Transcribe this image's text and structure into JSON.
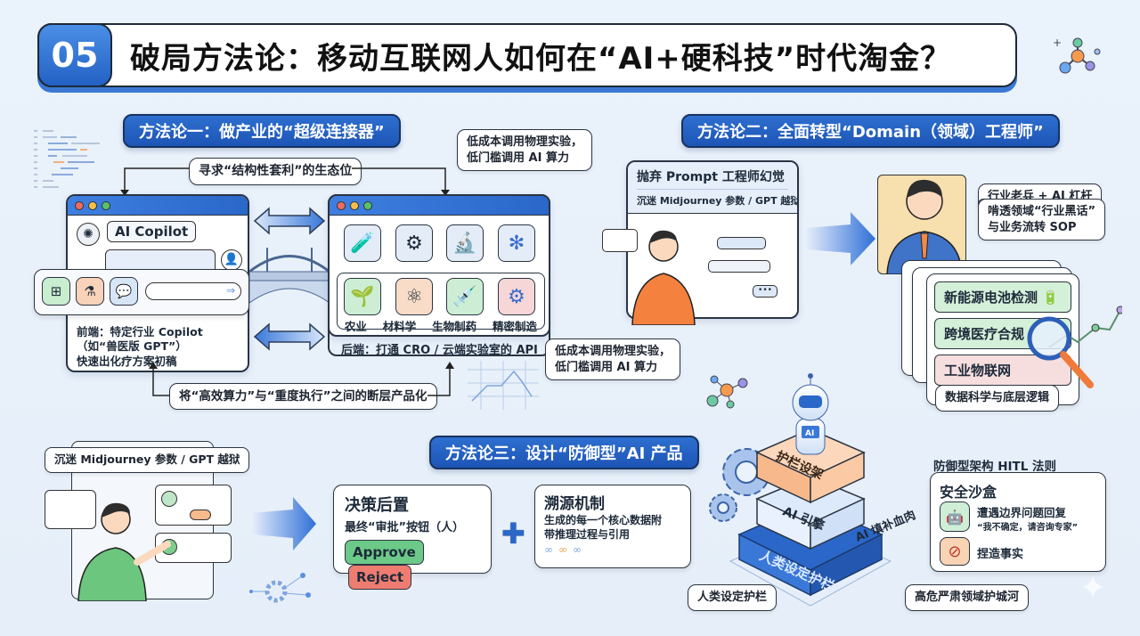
{
  "header": {
    "number": "05",
    "title": "破局方法论：移动互联网人如何在“AI+硬科技”时代淘金？"
  },
  "method1": {
    "pill": "方法论一：做产业的“超级连接器”",
    "ecosystem_label": "寻求“结构性套利”的生态位",
    "top_bubble": [
      "低成本调用物理实验，",
      "低门槛调用 AI 算力"
    ],
    "frontend": {
      "copilot_label": "AI Copilot",
      "caption": [
        "前端：特定行业 Copilot",
        "（如“兽医版 GPT”）",
        "快速出化疗方案初稿"
      ]
    },
    "backend": {
      "industries": [
        "农业",
        "材料学",
        "生物制药",
        "精密制造"
      ],
      "caption": "后端：打通 CRO / 云端实验室的 API"
    },
    "bottom_bubble": [
      "低成本调用物理实验，",
      "低门槛调用 AI 算力"
    ],
    "productize_label": "将“高效算力”与“重度执行”之间的断层产品化"
  },
  "method2": {
    "pill": "方法论二：全面转型“Domain（领域）工程师”",
    "abandon_title": "抛弃 Prompt 工程师幻觉",
    "abandon_sub": "沉迷 Midjourney 参数 / GPT 越狱",
    "veteran_bubble": "行业老兵 + AI 杠杆",
    "jargon_bubble": [
      "啃透领域“行业黑话”",
      "与业务流转 SOP"
    ],
    "domains": [
      "新能源电池检测",
      "跨境医疗合规",
      "工业物联网"
    ],
    "domain_caption": "数据科学与底层逻辑"
  },
  "method3": {
    "pill": "方法论三：设计“防御型”AI 产品",
    "obsess_label": "沉迷 Midjourney 参数 / GPT 越狱",
    "decision": {
      "title": "决策后置",
      "sub": "最终“审批”按钮（人）",
      "approve": "Approve",
      "reject": "Reject"
    },
    "trace": {
      "title": "溯源机制",
      "body": [
        "生成的每一个核心数据附",
        "带推理过程与引用"
      ]
    },
    "stack": {
      "top": "护栏设架",
      "middle_left": "AI 引擎",
      "middle_right": "AI 填补血肉",
      "base": "人类设定护栏"
    },
    "hitl_label": "防御型架构 HITL 法则",
    "sandbox": {
      "title": "安全沙盒",
      "item1_line1": "遭遇边界问题回复",
      "item1_line2": "“我不确定，请咨询专家”",
      "item2": "捏造事实"
    },
    "guardrail_callout": "人类设定护栏",
    "moat_callout": "高危严肃领域护城河"
  },
  "colors": {
    "accent_blue": "#2361c4",
    "approve_green": "#6cc987",
    "reject_red": "#ef7c70",
    "layer_orange": "#f7b98c"
  }
}
